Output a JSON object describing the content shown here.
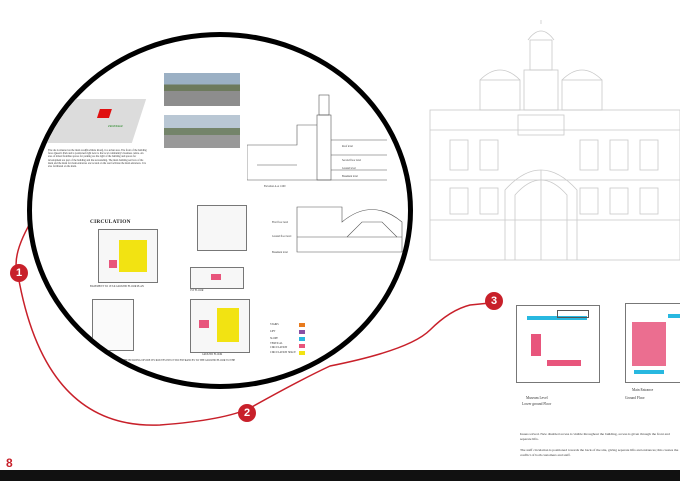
{
  "page": {
    "number": "8"
  },
  "markers": [
    "1",
    "2",
    "3"
  ],
  "colors": {
    "accent": "#c8202a",
    "circle": "#000000",
    "yellow": "#f2e312",
    "pink": "#e8557c",
    "cyan": "#28b8e0",
    "purple": "#8a4fa3",
    "blue": "#4f7fd8"
  },
  "circle": {
    "site_intro": "The site is situated on the main road(Rochdale Road), in a urban area. The front of the building faces Queen's Park and is positioned right next to the local community's business centre. An area of mixed frontline spaces for parking are the right of the building and spaces for development are part of the building and the surrounding. The main building services of the main and the main for main entrances are located on the rear facilitate the main entrances. It is also facilitated on the main.",
    "map_label": "FRONTAGE",
    "elevation_caption": "Elevation A-A 1:200",
    "elevation_levels": [
      "Roof level",
      "Second floor level",
      "Ground level",
      "Basement level"
    ],
    "section_levels": [
      "First floor level",
      "Ground floor level",
      "Basement level"
    ],
    "circulation_heading": "CIRCULATION",
    "plan_captions": [
      "BASEMENT TO 1ST & GROUND FLOOR PLAN",
      "1ST FLOOR",
      "GROUND FLOOR"
    ],
    "legend": [
      {
        "label": "STAIRS",
        "color": "#e87b1e"
      },
      {
        "label": "LIFT",
        "color": "#8a4fa3"
      },
      {
        "label": "SLOPE",
        "color": "#28b8e0"
      },
      {
        "label": "VERTICAL CIRCULATION",
        "color": "#e8557c"
      },
      {
        "label": "CIRCULATION SPACE",
        "color": "#f2e312"
      }
    ],
    "footer_note": "THE LAYOUT OF THE BUILDING DIVIDE ITS ROUTES INTO TWO ENTRANCES TO THE GROUND FLOOR TO THE MAIN ENTRY"
  },
  "right_panel": {
    "labels": {
      "main_entrance": "Main Entrance",
      "museum_level": "Museum Level",
      "lower_ground": "Lower ground Floor",
      "ground_floor": "Ground Floor"
    },
    "notes": [
      "Issues solved. New disabled access is visible throughout the building, access is given through the front and separate lifts.",
      "The staff circulation is positioned towards the back of the site, giving separate lifts and entrances; this creates the conflict of both customers and staff."
    ]
  }
}
